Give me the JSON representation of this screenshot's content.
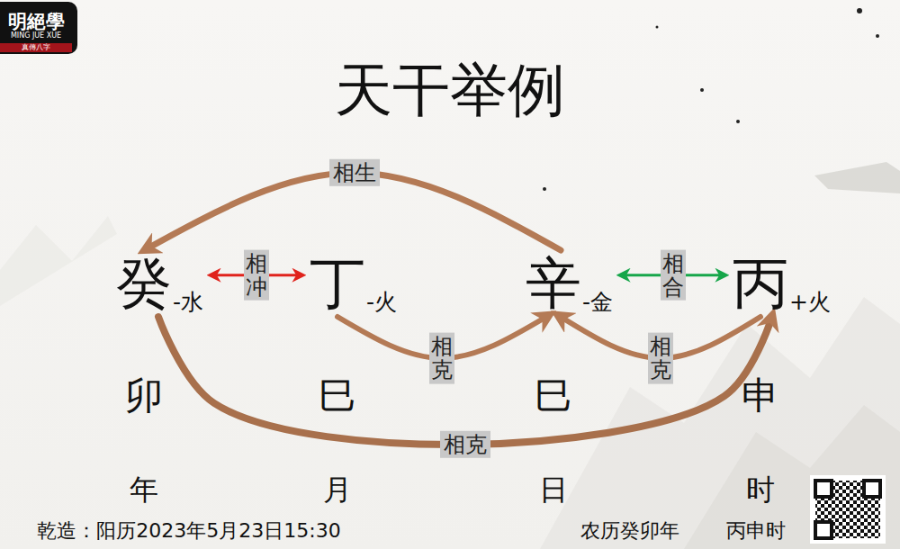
{
  "diagram": {
    "title": "天干举例",
    "nodes": [
      {
        "text": [
          "癸",
          "-水"
        ]
      },
      {
        "text": [
          "丁",
          "-火"
        ]
      },
      {
        "text": [
          "辛",
          "-金"
        ]
      },
      {
        "text": [
          "丙",
          "+火"
        ]
      }
    ],
    "edges": [
      {
        "from": 0,
        "to": 1,
        "arrow": "both",
        "label": "相冲"
      },
      {
        "from": 2,
        "to": 3,
        "arrow": "both",
        "label": "相合"
      },
      {
        "from": 2,
        "to": 0,
        "arrow": "to",
        "label": "相生"
      },
      {
        "from": 1,
        "to": 2,
        "arrow": "to",
        "label": "相克"
      },
      {
        "from": 3,
        "to": 2,
        "arrow": "to",
        "label": "相克"
      },
      {
        "from": 0,
        "to": 3,
        "arrow": "to",
        "label": "相克"
      }
    ],
    "labels": [
      "明絕學",
      "MING JUE XUE",
      "真傳八字",
      "卯",
      "巳",
      "巳",
      "申",
      "年",
      "月",
      "日",
      "时",
      "乾造：阳历2023年5月23日15:30",
      "农历癸卯年",
      "丙申时"
    ]
  }
}
